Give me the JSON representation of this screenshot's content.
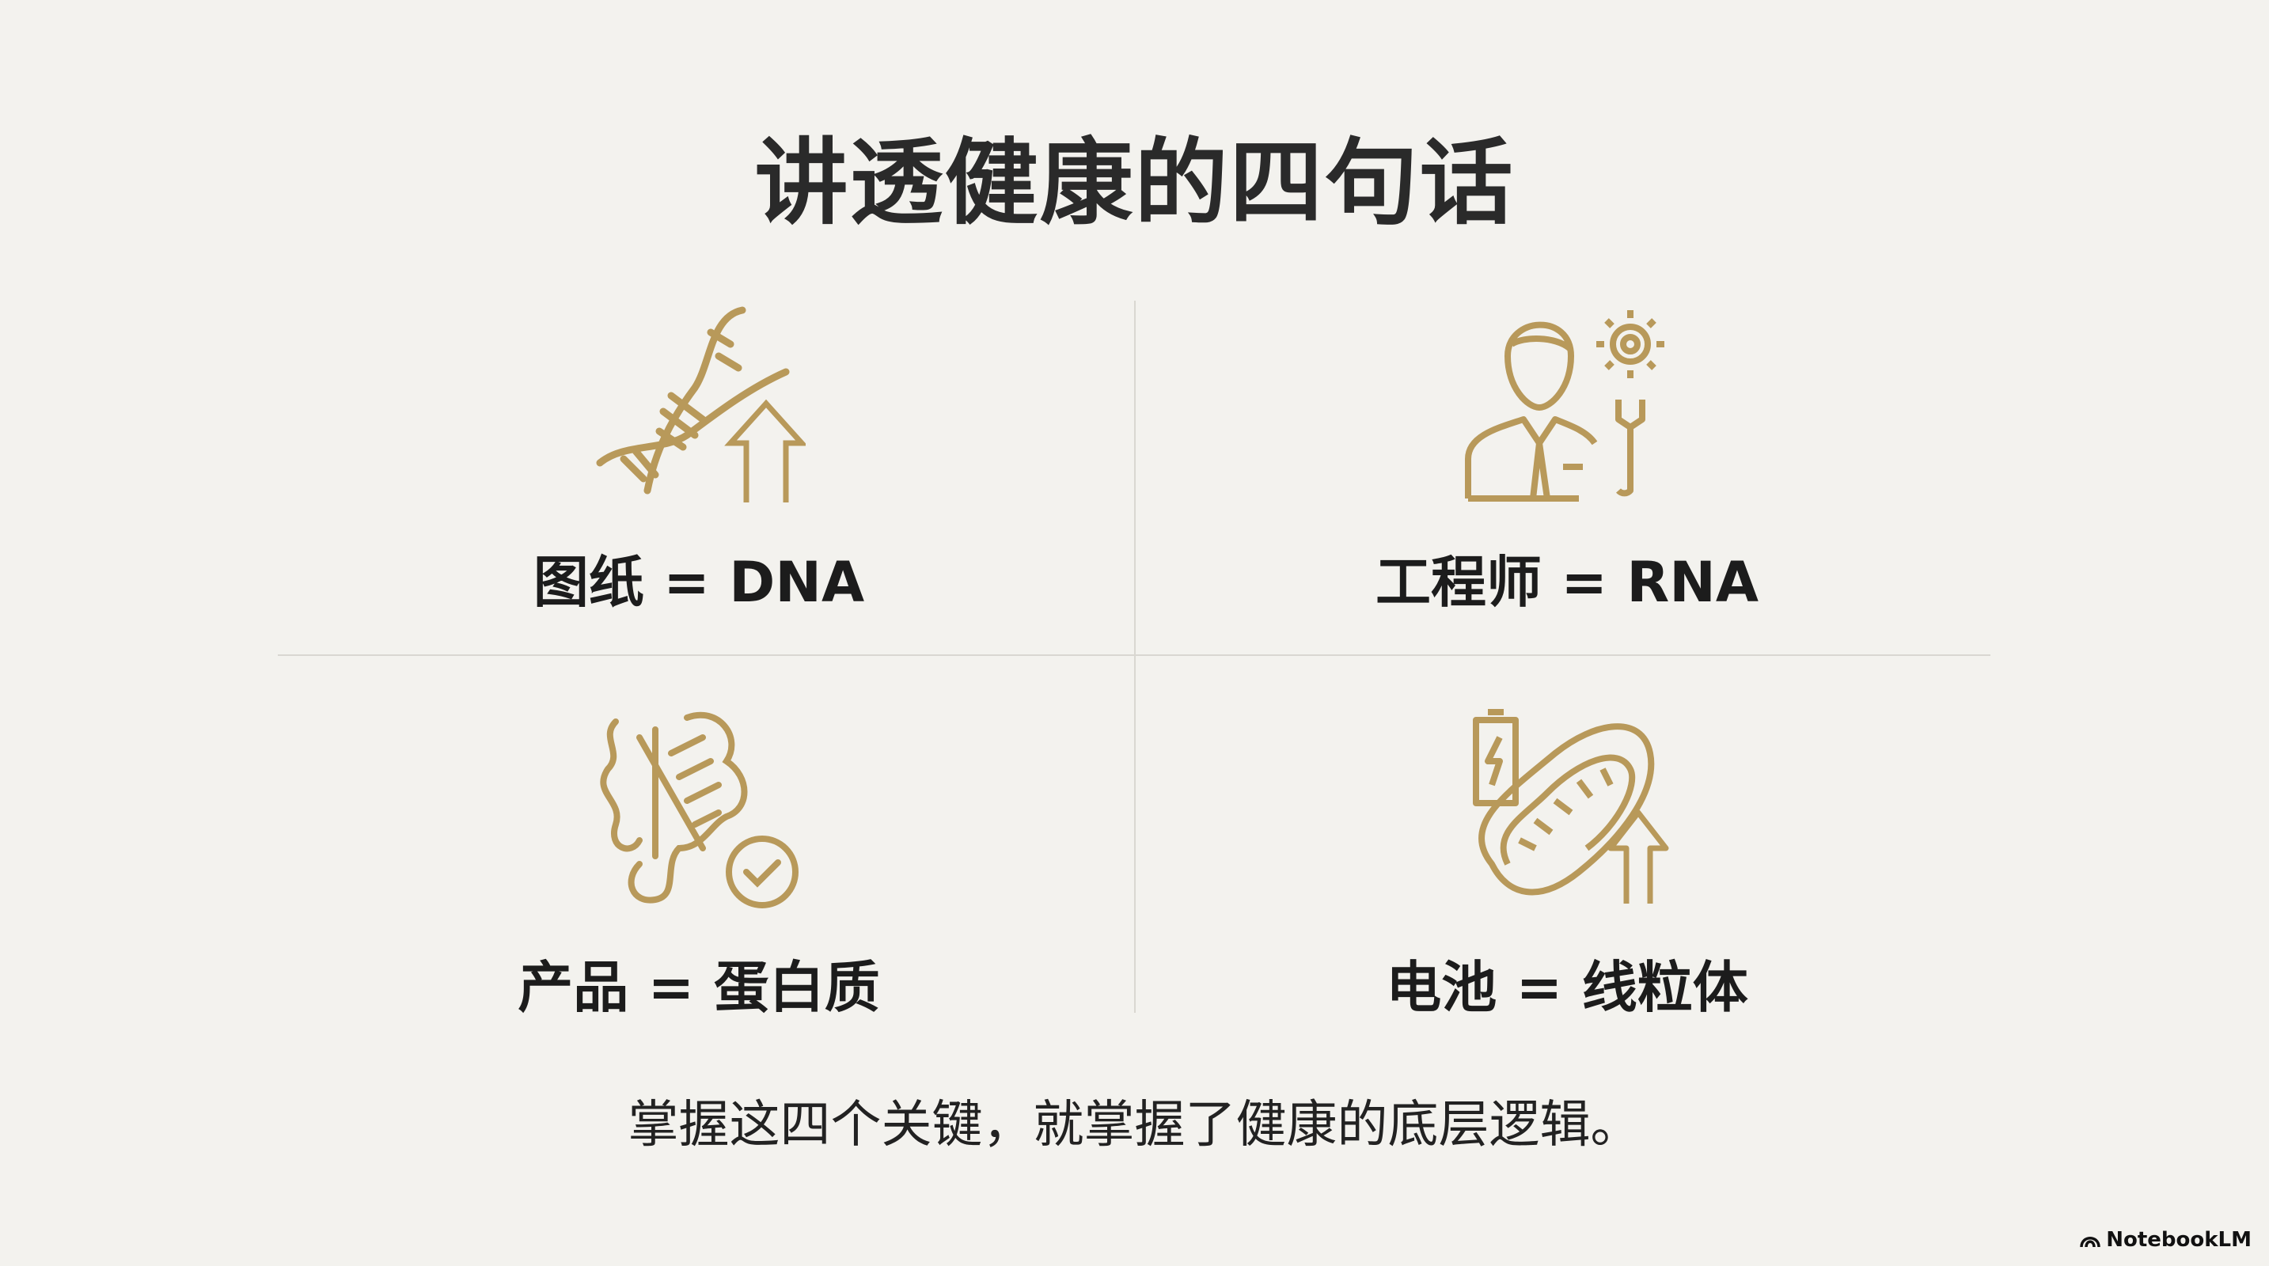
{
  "title": "讲透健康的四句话",
  "cards": [
    {
      "label": "图纸 = DNA",
      "icon": "dna-arrow-up-icon"
    },
    {
      "label": "工程师 = RNA",
      "icon": "engineer-gear-wrench-icon"
    },
    {
      "label": "产品 = 蛋白质",
      "icon": "protein-check-icon"
    },
    {
      "label": "电池 = 线粒体",
      "icon": "mitochondria-battery-icon"
    }
  ],
  "footer": "掌握这四个关键，就掌握了健康的底层逻辑。",
  "brand": "NotebookLM",
  "colors": {
    "accent": "#b8995a",
    "background": "#f3f2ee",
    "divider": "#d9d7d1"
  }
}
